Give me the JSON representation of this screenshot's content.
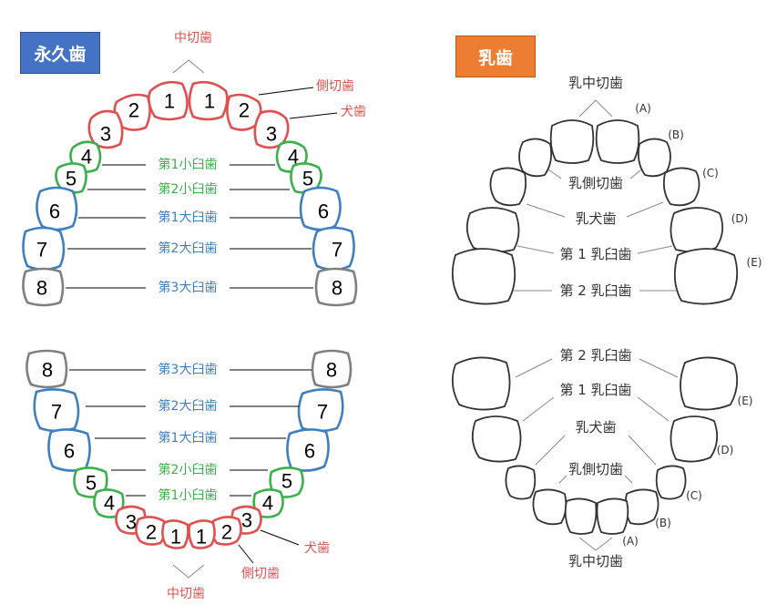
{
  "permanent": {
    "title": "永久歯",
    "upper_labels": {
      "central": "中切歯",
      "lateral": "側切歯",
      "canine": "犬歯",
      "pm1": "第1小臼歯",
      "pm2": "第2小臼歯",
      "m1": "第1大臼歯",
      "m2": "第2大臼歯",
      "m3": "第3大臼歯"
    },
    "lower_labels": {
      "m3": "第3大臼歯",
      "m2": "第2大臼歯",
      "m1": "第1大臼歯",
      "pm2": "第2小臼歯",
      "pm1": "第1小臼歯",
      "canine": "犬歯",
      "lateral": "側切歯",
      "central": "中切歯"
    },
    "numbers": {
      "n1": "1",
      "n2": "2",
      "n3": "3",
      "n4": "4",
      "n5": "5",
      "n6": "6",
      "n7": "7",
      "n8": "8"
    },
    "colors": {
      "incisor_canine": "#e05050",
      "premolar": "#3cb04c",
      "molar": "#3f7fc0",
      "third_molar": "#7f7f7f"
    }
  },
  "deciduous": {
    "title": "乳歯",
    "upper_labels": {
      "central": "乳中切歯",
      "lateral": "乳側切歯",
      "canine": "乳犬歯",
      "m1": "第 1 乳臼歯",
      "m2": "第 2 乳臼歯"
    },
    "lower_labels": {
      "m2": "第 2 乳臼歯",
      "m1": "第 1 乳臼歯",
      "canine": "乳犬歯",
      "lateral": "乳側切歯",
      "central": "乳中切歯"
    },
    "letters": {
      "a": "(A)",
      "b": "(B)",
      "c": "(C)",
      "d": "(D)",
      "e": "(E)"
    }
  }
}
